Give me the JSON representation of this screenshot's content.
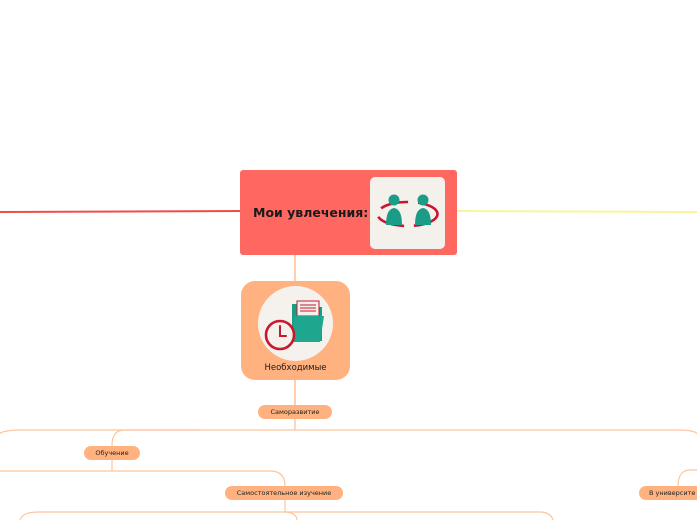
{
  "mindmap": {
    "root": {
      "title": "Мои увлечения:",
      "icon": "people-connection-icon",
      "color": "#ff6861"
    },
    "main_topic": {
      "label": "Необходимые",
      "icon": "folder-clock-icon",
      "color": "#ffb27f"
    },
    "subtopics": {
      "self_development": "Саморазвитие",
      "education": "Обучение",
      "self_study": "Самостоятельное изучение",
      "at_university": "В университе"
    },
    "branch_colors": {
      "left": "#ef4d4a",
      "right": "#fbf49a",
      "connector": "#ffc49c"
    }
  }
}
